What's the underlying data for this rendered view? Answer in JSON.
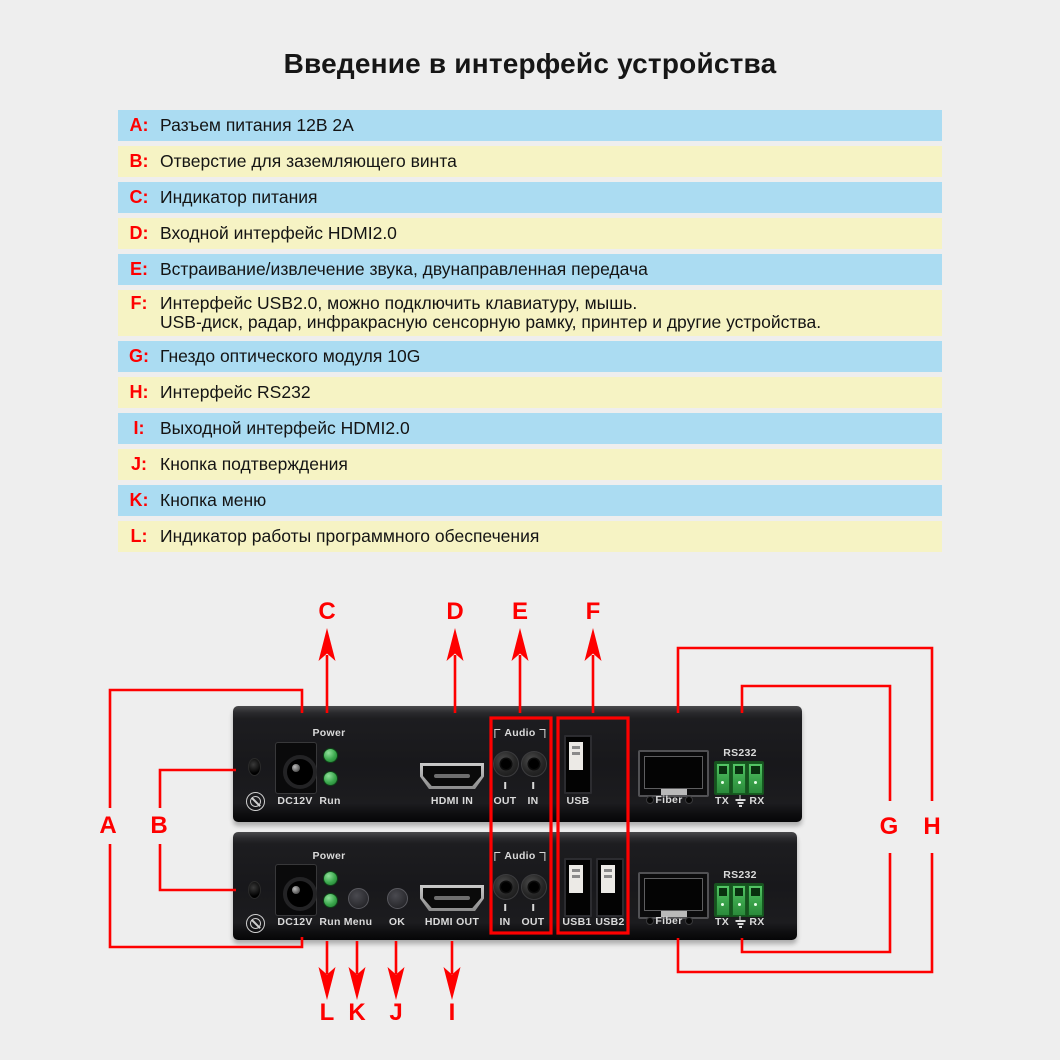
{
  "title": "Введение в интерфейс устройства",
  "colors": {
    "accent_red": "#FE0000",
    "row_blue": "#ABDCF2",
    "row_yellow": "#F6F3C4",
    "page_bg": "#EEEEEE",
    "led_green": "#3AA74C",
    "terminal_green": "#37A048"
  },
  "legend": {
    "rows": [
      {
        "key": "A:",
        "text": "Разъем питания 12В 2А"
      },
      {
        "key": "B:",
        "text": "Отверстие для заземляющего винта"
      },
      {
        "key": "C:",
        "text": "Индикатор питания"
      },
      {
        "key": "D:",
        "text": "Входной интерфейс HDMI2.0"
      },
      {
        "key": "E:",
        "text": "Встраивание/извлечение звука, двунаправленная передача"
      },
      {
        "key": "F:",
        "text": "Интерфейс USB2.0, можно подключить клавиатуру, мышь.",
        "text2": "USB-диск, радар, инфракрасную сенсорную рамку, принтер и другие устройства."
      },
      {
        "key": "G:",
        "text": "Гнездо оптического модуля 10G"
      },
      {
        "key": "H:",
        "text": "Интерфейс RS232"
      },
      {
        "key": "I:",
        "text": "Выходной интерфейс HDMI2.0"
      },
      {
        "key": "J:",
        "text": "Кнопка подтверждения"
      },
      {
        "key": "K:",
        "text": "Кнопка меню"
      },
      {
        "key": "L:",
        "text": "Индикатор работы программного обеспечения"
      }
    ]
  },
  "callouts": {
    "a": "A",
    "b": "B",
    "c": "C",
    "d": "D",
    "e": "E",
    "f": "F",
    "g": "G",
    "h": "H",
    "i": "I",
    "j": "J",
    "k": "K",
    "l": "L"
  },
  "device_top": {
    "power": "Power",
    "dc": "DC12V",
    "run": "Run",
    "hdmi": "HDMI IN",
    "audio": "Audio",
    "audio_left": "OUT",
    "audio_right": "IN",
    "usb": "USB",
    "fiber": "Fiber",
    "rs232": "RS232",
    "tx": "TX",
    "rx": "RX"
  },
  "device_bottom": {
    "power": "Power",
    "dc": "DC12V",
    "run": "Run",
    "menu": "Menu",
    "ok": "OK",
    "hdmi": "HDMI OUT",
    "audio": "Audio",
    "audio_left": "IN",
    "audio_right": "OUT",
    "usb1": "USB1",
    "usb2": "USB2",
    "fiber": "Fiber",
    "rs232": "RS232",
    "tx": "TX",
    "rx": "RX"
  }
}
